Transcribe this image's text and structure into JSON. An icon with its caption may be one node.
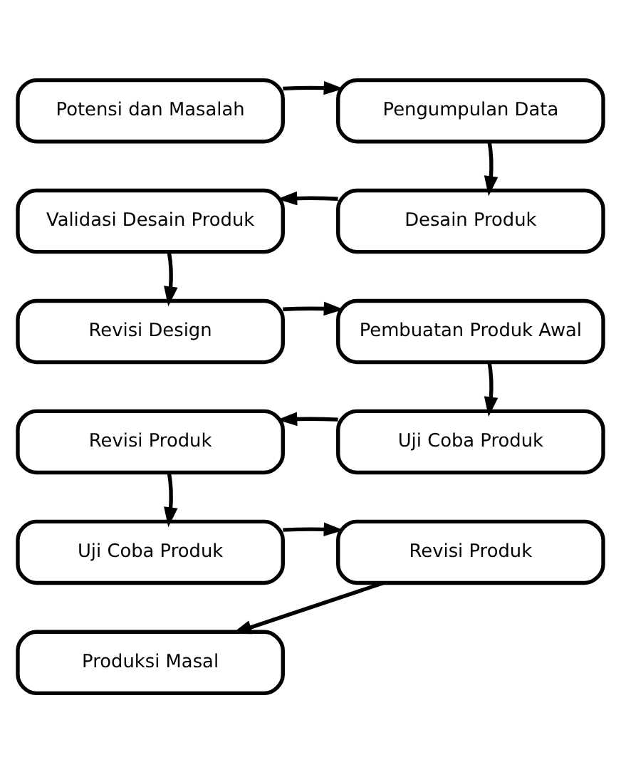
{
  "diagram": {
    "nodes": [
      {
        "text": [
          "Potensi dan Masalah"
        ]
      },
      {
        "text": [
          "Pengumpulan Data"
        ]
      },
      {
        "text": [
          "Validasi Desain Produk"
        ]
      },
      {
        "text": [
          "Desain Produk"
        ]
      },
      {
        "text": [
          "Revisi Design"
        ]
      },
      {
        "text": [
          "Pembuatan Produk Awal"
        ]
      },
      {
        "text": [
          "Revisi Produk"
        ]
      },
      {
        "text": [
          "Uji Coba Produk"
        ]
      },
      {
        "text": [
          "Uji Coba Produk"
        ]
      },
      {
        "text": [
          "Revisi Produk"
        ]
      },
      {
        "text": [
          "Produksi Masal"
        ]
      }
    ],
    "edges": [
      {
        "from": 0,
        "to": 1,
        "arrow": "to"
      },
      {
        "from": 1,
        "to": 3,
        "arrow": "to"
      },
      {
        "from": 3,
        "to": 2,
        "arrow": "to"
      },
      {
        "from": 2,
        "to": 4,
        "arrow": "to"
      },
      {
        "from": 4,
        "to": 5,
        "arrow": "to"
      },
      {
        "from": 5,
        "to": 7,
        "arrow": "to"
      },
      {
        "from": 7,
        "to": 6,
        "arrow": "to"
      },
      {
        "from": 6,
        "to": 8,
        "arrow": "to"
      },
      {
        "from": 8,
        "to": 9,
        "arrow": "to"
      },
      {
        "from": 9,
        "to": 10,
        "arrow": "to"
      }
    ]
  }
}
